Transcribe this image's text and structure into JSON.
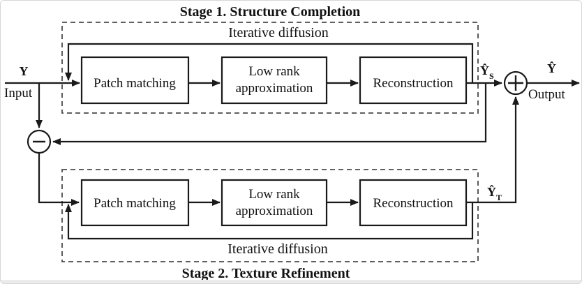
{
  "figure": {
    "stage1": {
      "title": "Stage 1. Structure Completion",
      "loop_label": "Iterative diffusion",
      "box_patch": "Patch matching",
      "box_lowrank_line1": "Low rank",
      "box_lowrank_line2": "approximation",
      "box_recon": "Reconstruction",
      "output_symbol": "Ŷ",
      "output_subscript": "S"
    },
    "stage2": {
      "title": "Stage 2. Texture Refinement",
      "loop_label": "Iterative diffusion",
      "box_patch": "Patch matching",
      "box_lowrank_line1": "Low rank",
      "box_lowrank_line2": "approximation",
      "box_recon": "Reconstruction",
      "output_symbol": "Ŷ",
      "output_subscript": "T"
    },
    "input": {
      "symbol": "Y",
      "label": "Input"
    },
    "output": {
      "symbol": "Ŷ",
      "label": "Output"
    },
    "icons": {
      "sum_node": "plus-circle-icon",
      "difference_node": "minus-circle-icon",
      "connector": "arrowhead-icon"
    },
    "colors": {
      "line": "#1a1a1a",
      "dashed_border": "#4a4a4a",
      "background": "#ffffff"
    }
  }
}
